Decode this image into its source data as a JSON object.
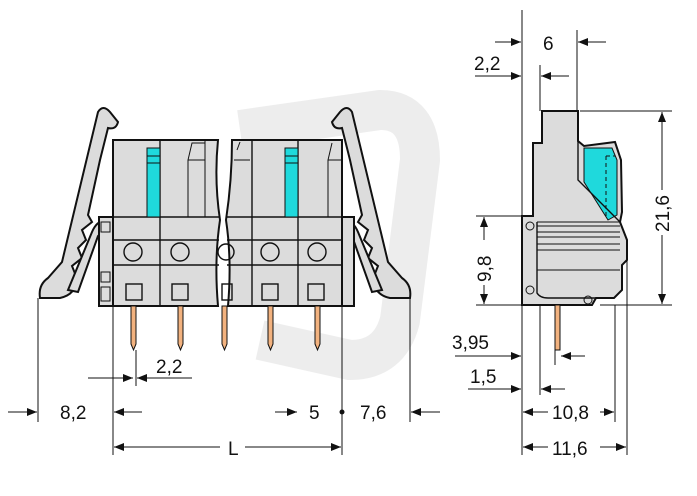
{
  "drawing": {
    "front_view": {
      "dimensions": {
        "pin_offset": "2,2",
        "left_clip": "8,2",
        "pitch": "5",
        "right_clip": "7,6",
        "length": "L"
      }
    },
    "side_view": {
      "dimensions": {
        "top_width": "6",
        "top_offset": "2,2",
        "height": "21,6",
        "lower_height": "9,8",
        "pin_offset": "3,95",
        "pin_width": "1,5",
        "depth": "10,8",
        "total_depth": "11,6"
      }
    },
    "colors": {
      "housing": "#dcdcdc",
      "lever": "#1fd9dc",
      "pin": "#f2b27f"
    }
  }
}
